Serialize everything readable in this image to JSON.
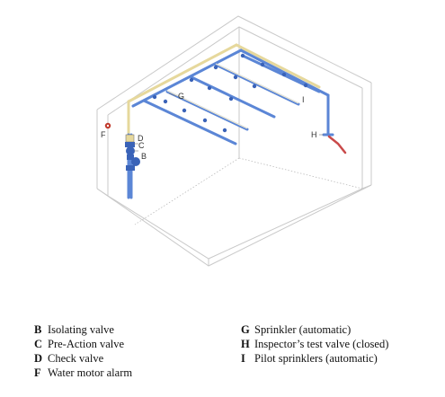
{
  "figure": {
    "callouts": {
      "b": "B",
      "c": "C",
      "d": "D",
      "f": "F",
      "g": "G",
      "h": "H",
      "i": "I"
    },
    "colors": {
      "room_lines": "#c9c9c9",
      "pipe_blue": "#5b86d6",
      "pipe_pale": "#e6d89c",
      "pipe_red": "#c94a4a",
      "valve_blue": "#3a63b8",
      "alarm_red": "#c0392b"
    }
  },
  "legend": {
    "left": [
      {
        "key": "B",
        "label": "Isolating valve"
      },
      {
        "key": "C",
        "label": "Pre-Action valve"
      },
      {
        "key": "D",
        "label": "Check valve"
      },
      {
        "key": "F",
        "label": "Water motor alarm"
      }
    ],
    "right": [
      {
        "key": "G",
        "label": "Sprinkler (automatic)"
      },
      {
        "key": "H",
        "label": "Inspector’s test valve (closed)"
      },
      {
        "key": "I",
        "label": "Pilot sprinklers (automatic)"
      }
    ]
  }
}
